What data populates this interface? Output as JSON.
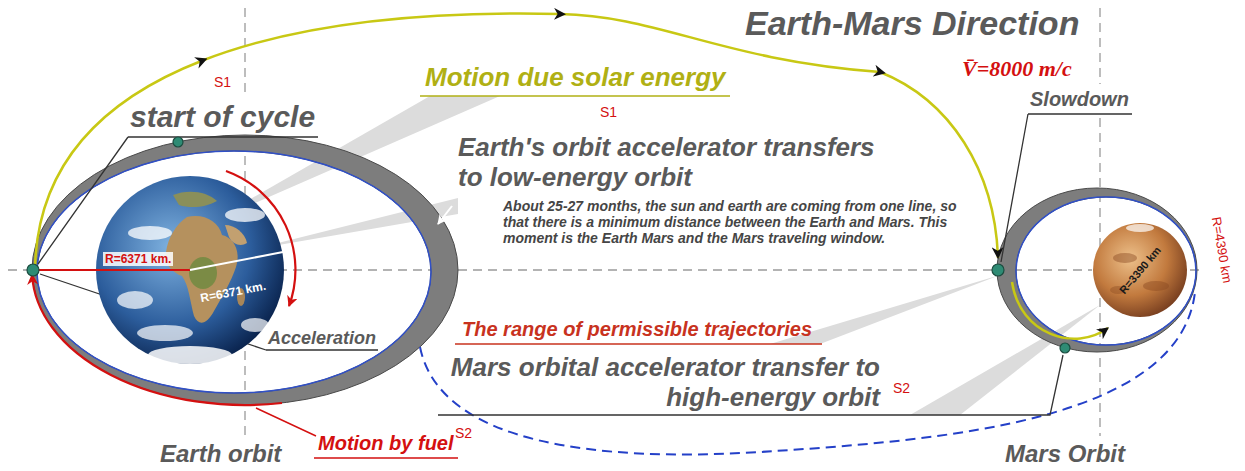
{
  "diagram": {
    "title": "Earth-Mars Direction",
    "nodes": [
      {
        "text": [
          "R=6371 km.",
          "R=6371 km."
        ]
      },
      {
        "text": [
          "R=3390 km"
        ]
      }
    ],
    "labels": [
      "start of cycle",
      "Motion due solar energy",
      "V̄=8000 m/c",
      "S1",
      "Earth's orbit accelerator transfers to low-energy orbit",
      "S1",
      "Slowdown",
      "About 25-27 months, the sun and earth are coming from one line, so that there is a minimum distance between the Earth and Mars. This moment is the Earth Mars and the Mars traveling window.",
      "R=4390 km",
      "Acceleration",
      "The range of permissible trajectories",
      "S2",
      "S2",
      "Mars orbital accelerator transfer to high-energy orbit",
      "Earth orbit",
      "Motion by fuel",
      "Mars Orbit"
    ]
  }
}
